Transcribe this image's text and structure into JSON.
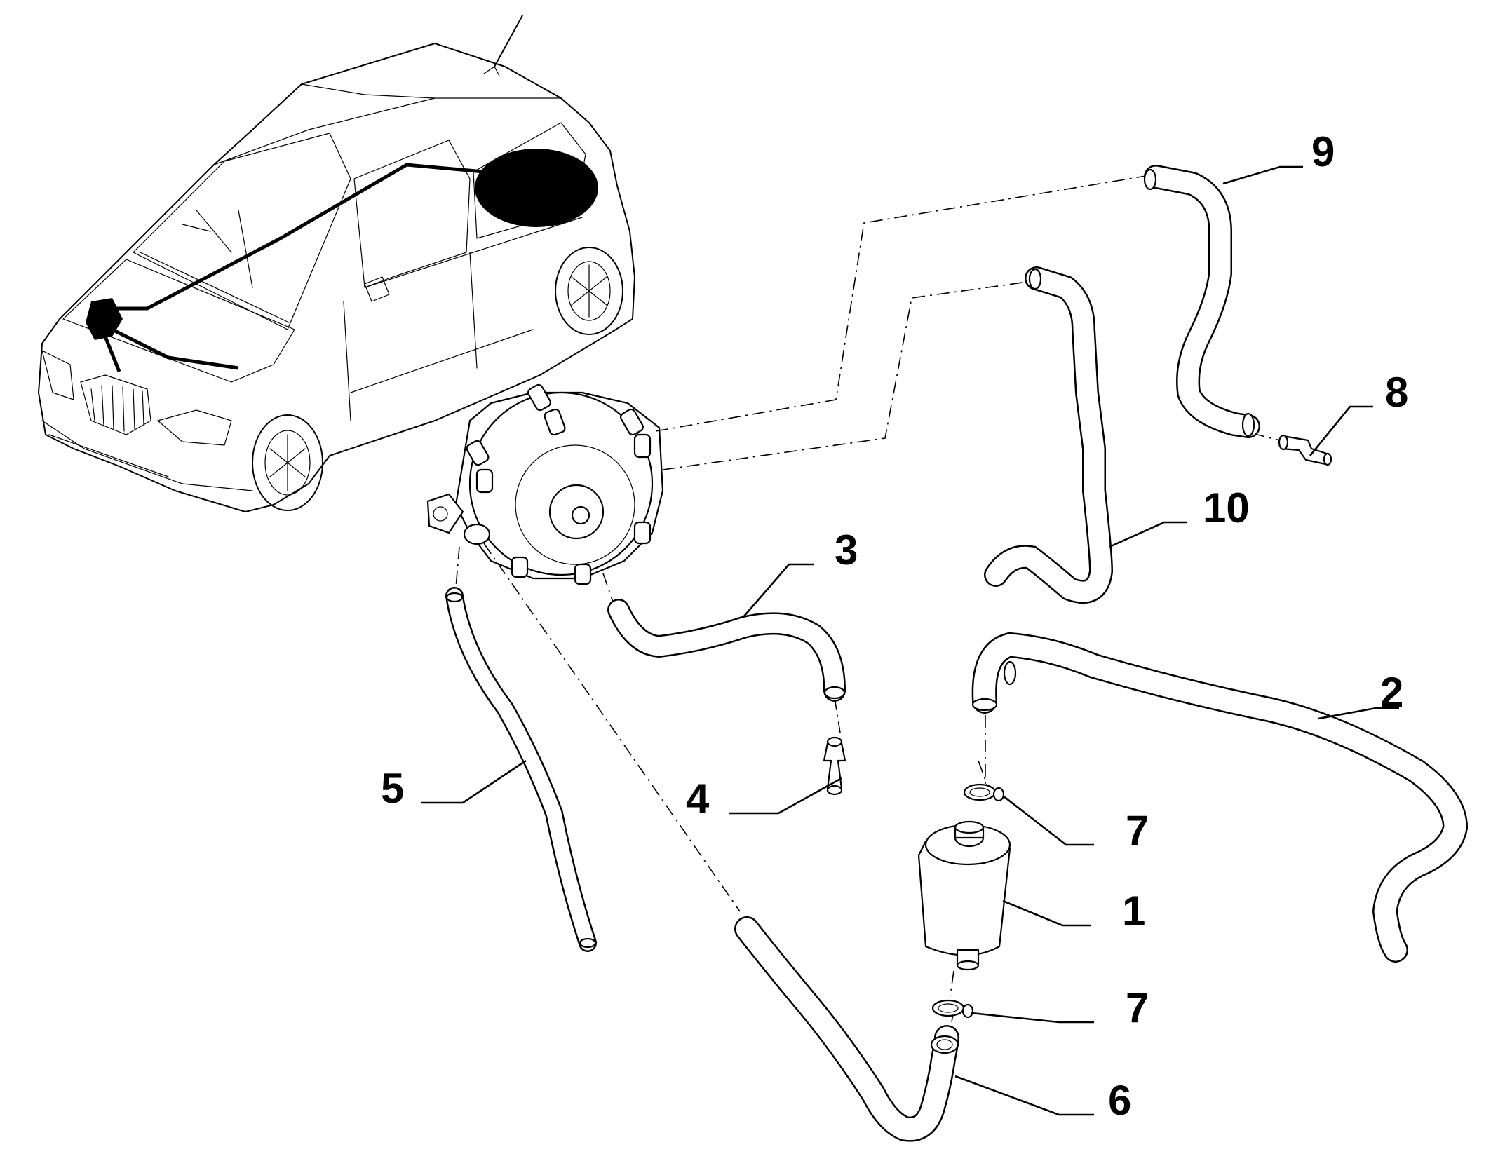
{
  "diagram": {
    "callouts": [
      {
        "id": "c1",
        "label": "1",
        "part": "fuel filter"
      },
      {
        "id": "c2",
        "label": "2",
        "part": "hose"
      },
      {
        "id": "c3",
        "label": "3",
        "part": "hose"
      },
      {
        "id": "c4",
        "label": "4",
        "part": "connector"
      },
      {
        "id": "c5",
        "label": "5",
        "part": "hose"
      },
      {
        "id": "c6",
        "label": "6",
        "part": "hose"
      },
      {
        "id": "c7a",
        "label": "7",
        "part": "hose clamp"
      },
      {
        "id": "c7b",
        "label": "7",
        "part": "hose clamp"
      },
      {
        "id": "c8",
        "label": "8",
        "part": "connector"
      },
      {
        "id": "c9",
        "label": "9",
        "part": "hose"
      },
      {
        "id": "c10",
        "label": "10",
        "part": "hose"
      }
    ]
  }
}
